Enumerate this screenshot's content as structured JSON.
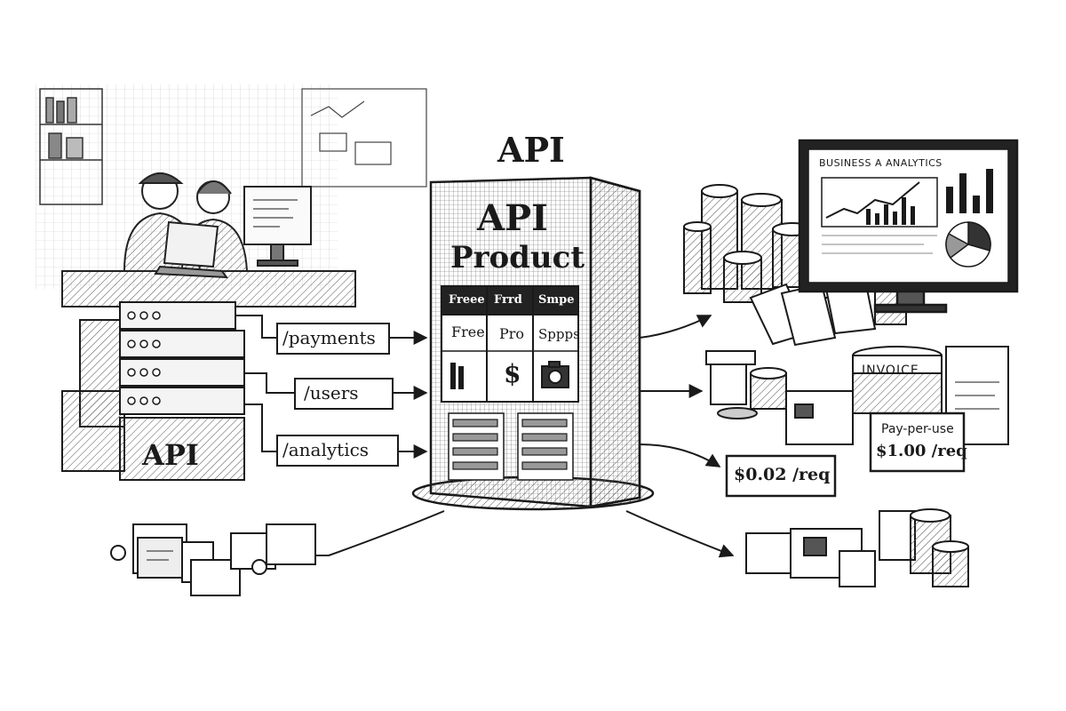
{
  "diagram": {
    "top_title": "API",
    "product_title_line1": "API",
    "product_title_line2": "Product",
    "pricing_tiers": [
      "Freee",
      "Frrd",
      "Smpe"
    ],
    "pricing_plans": [
      "Free",
      "Pro",
      "Sppps"
    ],
    "pricing_icons": [
      "bar-chart-icon",
      "dollar-icon",
      "camera-icon"
    ],
    "dollar_glyph": "$",
    "endpoints": [
      "/payments",
      "/users",
      "/analytics"
    ],
    "server_label": "API",
    "dashboard_title": "BUSINESS A ANALYTICS",
    "invoice_label": "INVOICE",
    "pay_per_use_title": "Pay-per-use",
    "pay_per_use_price": "$1.00 /req",
    "request_price": "$0.02 /req"
  },
  "colors": {
    "ink": "#1a1a1a",
    "paper": "#ffffff",
    "shade": "#d9d9d9",
    "light_shade": "#eeeeee"
  }
}
